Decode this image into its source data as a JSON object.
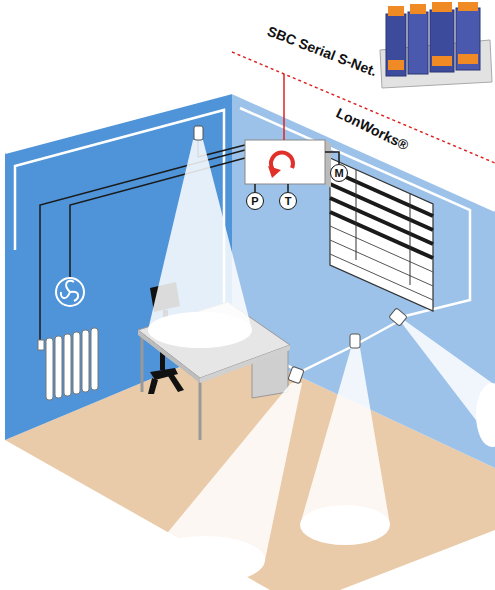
{
  "diagram": {
    "nodes": [
      {
        "text": [
          "M"
        ]
      },
      {
        "text": [
          "P"
        ]
      },
      {
        "text": [
          "T"
        ]
      }
    ],
    "labels": [
      "SBC Serial S-Net.",
      "LonWorks®"
    ]
  }
}
